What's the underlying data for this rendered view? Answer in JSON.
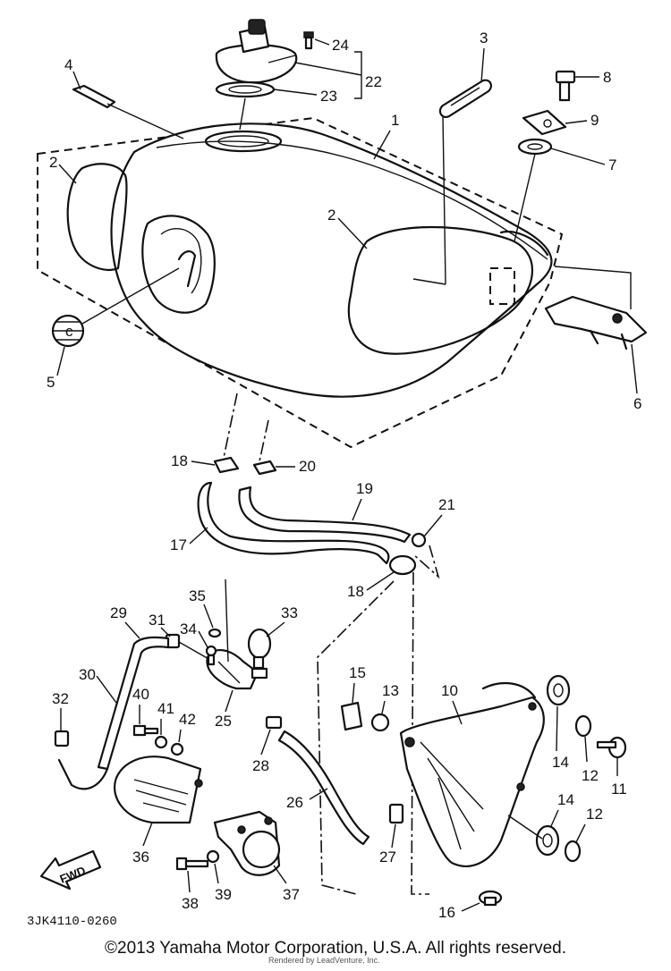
{
  "diagram": {
    "code": "3JK4110-0260",
    "fwd_label": "FWD",
    "callouts": [
      "1",
      "2",
      "2",
      "3",
      "4",
      "5",
      "6",
      "7",
      "8",
      "9",
      "10",
      "11",
      "12",
      "12",
      "13",
      "14",
      "14",
      "15",
      "16",
      "17",
      "18",
      "18",
      "19",
      "20",
      "21",
      "22",
      "23",
      "24",
      "25",
      "26",
      "27",
      "28",
      "29",
      "30",
      "31",
      "32",
      "33",
      "34",
      "35",
      "36",
      "37",
      "38",
      "39",
      "40",
      "41",
      "42"
    ]
  },
  "footer": {
    "copyright": "©2013 Yamaha Motor Corporation, U.S.A. All rights reserved.",
    "watermark": "Rendered by LeadVenture, Inc."
  }
}
